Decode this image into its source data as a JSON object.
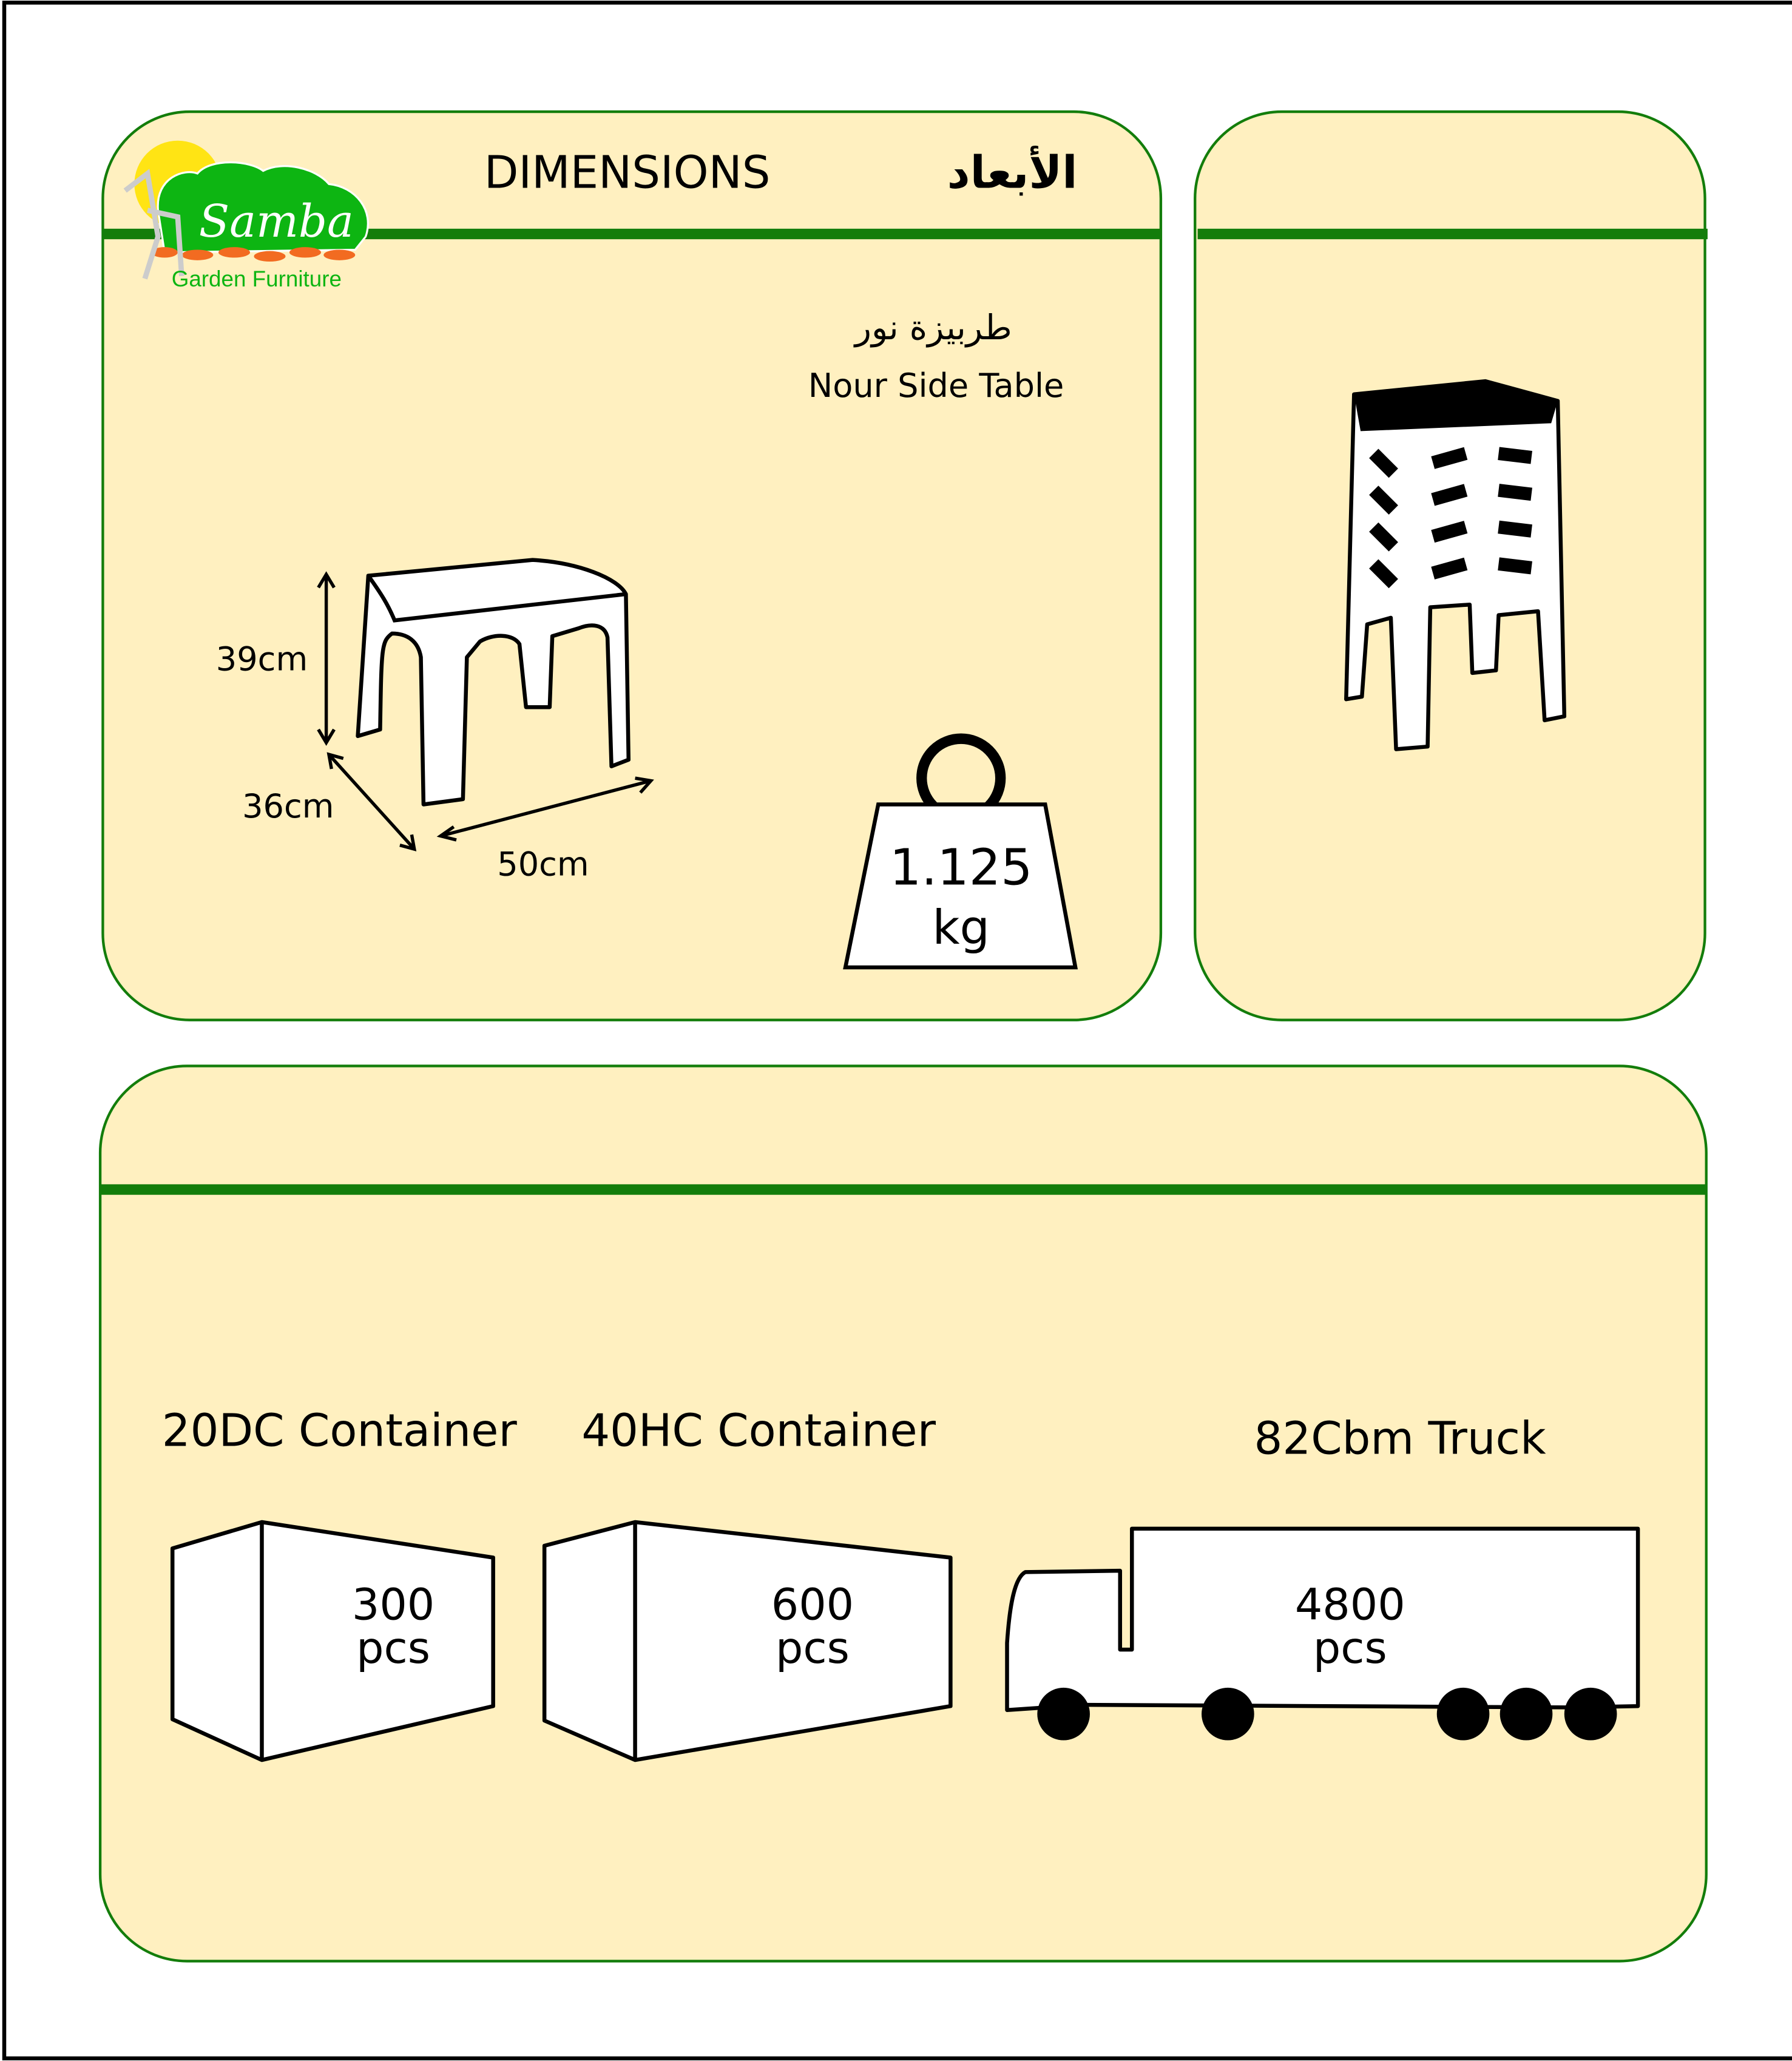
{
  "colors": {
    "panel_bg": "#FFF0C0",
    "accent_green": "#137D0B",
    "logo_green": "#0DB512",
    "sun_yellow": "#FFE414",
    "brick_orange": "#F26B21"
  },
  "logo": {
    "brand": "Samba",
    "tagline": "Garden Furniture"
  },
  "header": {
    "title_en": "DIMENSIONS",
    "title_ar": "الأبعاد"
  },
  "product": {
    "name_ar": "طربيزة نور",
    "name_en": "Nour Side Table"
  },
  "dimensions": {
    "height": "39cm",
    "depth": "36cm",
    "width": "50cm"
  },
  "weight": {
    "value": "1.125",
    "unit": "kg"
  },
  "shipping": [
    {
      "label": "20DC Container",
      "qty": "300",
      "unit": "pcs"
    },
    {
      "label": "40HC Container",
      "qty": "600",
      "unit": "pcs"
    },
    {
      "label": "82Cbm Truck",
      "qty": "4800",
      "unit": "pcs"
    }
  ]
}
